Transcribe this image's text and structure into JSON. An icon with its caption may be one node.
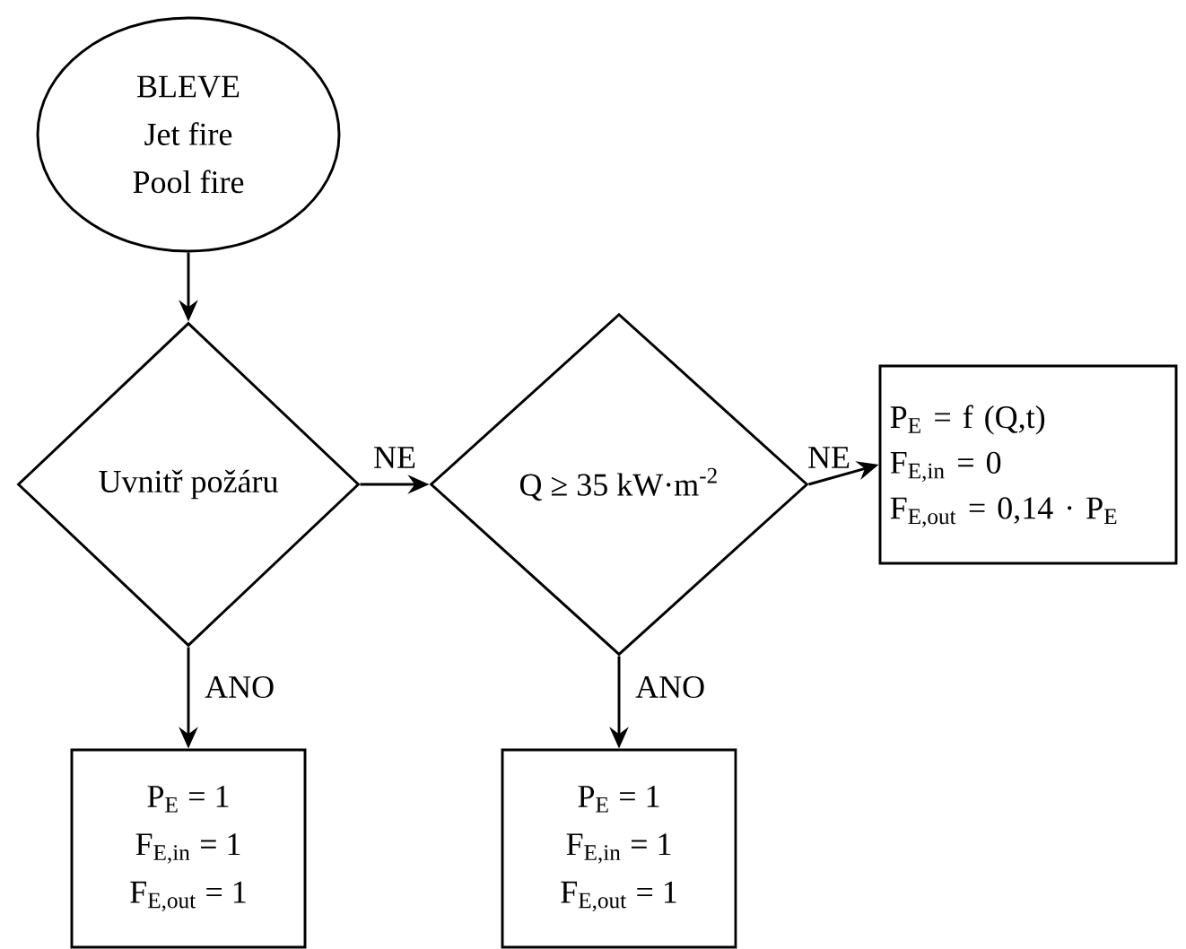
{
  "diagram": {
    "nodes": [
      {
        "text": [
          "BLEVE",
          "Jet fire",
          "Pool fire"
        ]
      },
      {
        "text": [
          "Uvnitř požáru"
        ]
      },
      {
        "text": [
          "Q ≥ 35 kW·m$^{-2}$"
        ]
      },
      {
        "text": [
          "P$_{E}$ = f (Q,t)",
          "F$_{E,in}$ = 0",
          "F$_{E,out}$ = 0,14 · P$_{E}$"
        ]
      },
      {
        "text": [
          "P$_{E}$ = 1",
          "F$_{E,in}$ = 1",
          "F$_{E,out}$ = 1"
        ]
      },
      {
        "text": [
          "P$_{E}$ = 1",
          "F$_{E,in}$ = 1",
          "F$_{E,out}$ = 1"
        ]
      }
    ],
    "edges": [
      {
        "from": 0,
        "to": 1,
        "arrow": "to"
      },
      {
        "from": 1,
        "to": 2,
        "arrow": "to",
        "label": "NE"
      },
      {
        "from": 2,
        "to": 3,
        "arrow": "to",
        "label": "NE"
      },
      {
        "from": 1,
        "to": 4,
        "arrow": "to",
        "label": "ANO"
      },
      {
        "from": 2,
        "to": 5,
        "arrow": "to",
        "label": "ANO"
      }
    ]
  }
}
